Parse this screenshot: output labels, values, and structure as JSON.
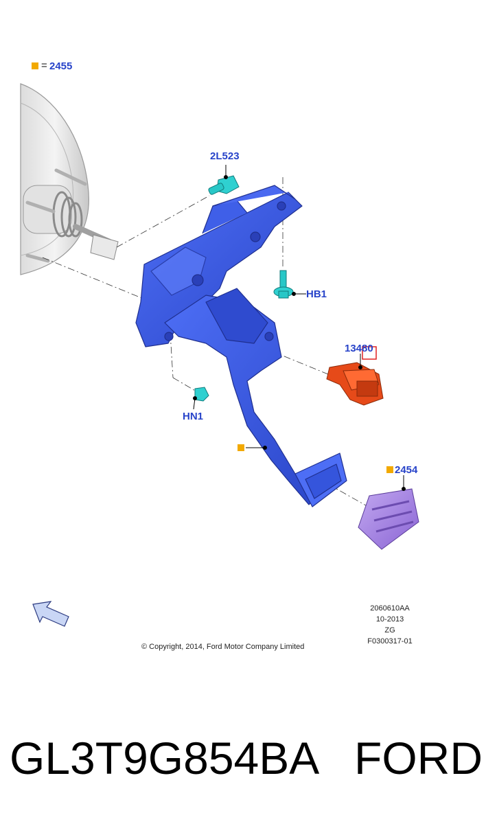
{
  "legend": {
    "equals": "=",
    "code": "2455"
  },
  "callouts": {
    "bolt_top": "2L523",
    "bolt_vertical": "HB1",
    "switch": "13480",
    "nut": "HN1",
    "pad": "2454"
  },
  "reference": {
    "line1": "2060610AA",
    "line2": "10-2013",
    "line3": "ZG",
    "line4": "F0300317-01"
  },
  "copyright": "© Copyright, 2014, Ford Motor Company Limited",
  "caption": {
    "part_number": "GL3T9G854BA",
    "brand": "FORD"
  },
  "colors": {
    "callout_blue": "#2743c9",
    "marker_orange": "#f2a900",
    "pedal_blue": "#3a5ae6",
    "switch_orange": "#e64a19",
    "pad_purple": "#a98be0",
    "fastener_teal": "#28c7c7"
  }
}
